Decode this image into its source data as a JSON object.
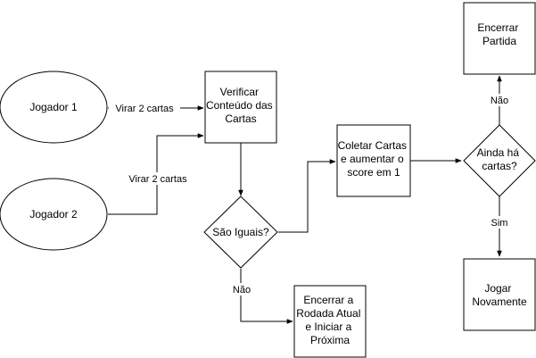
{
  "nodes": {
    "jogador1": "Jogador 1",
    "jogador2": "Jogador 2",
    "verificar": [
      "Verificar",
      "Conteúdo das",
      "Cartas"
    ],
    "sao_iguais": "São Iguais?",
    "coletar": [
      "Coletar Cartas",
      "e aumentar o",
      "score em 1"
    ],
    "ainda_ha": [
      "Ainda há",
      "cartas?"
    ],
    "encerrar_partida": [
      "Encerrar",
      "Partida"
    ],
    "jogar_novamente": [
      "Jogar",
      "Novamente"
    ],
    "encerrar_rodada": [
      "Encerrar a",
      "Rodada Atual",
      "e Iniciar a",
      "Próxima"
    ]
  },
  "edges": {
    "virar1": "Virar 2 cartas",
    "virar2": "Virar 2 cartas",
    "nao_rodada": "Não",
    "nao_partida": "Não",
    "sim": "Sim"
  }
}
